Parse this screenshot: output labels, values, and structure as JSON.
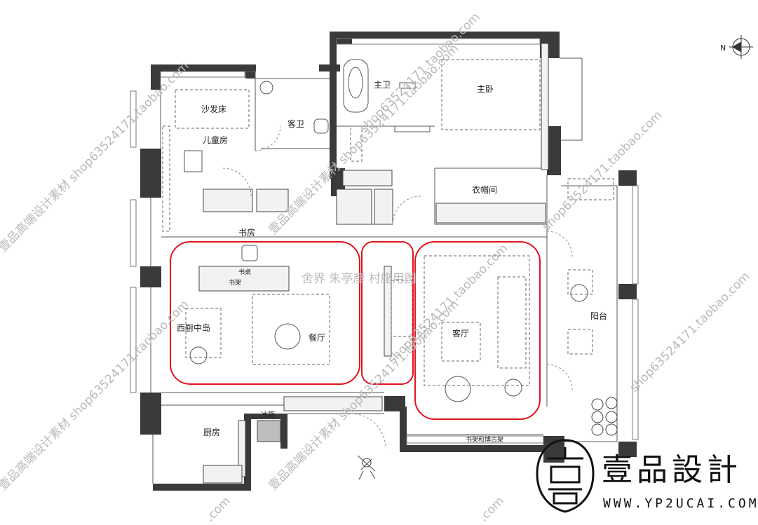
{
  "rooms": {
    "sofa_bed": "沙发床",
    "kids_room": "儿童房",
    "guest_bath": "客卫",
    "master_bath": "主卫",
    "master_bedroom": "主卧",
    "walk_in_closet": "衣帽间",
    "study": "书房",
    "desk": "书桌",
    "bookshelf": "书架",
    "kitchen_island": "西厨中岛",
    "dining": "餐厅",
    "living": "客厅",
    "balcony": "阳台",
    "kitchen": "厨房",
    "fridge": "冰箱",
    "shelf_cabinet": "书架和博古架"
  },
  "watermarks": {
    "center": "舍界 朱亭彦 村座用图",
    "shop": "shop63524171.taobao.com",
    "shop_cn": "壹品高端设计素材 shop63524171.taobao.com",
    "domain": ".com",
    "domain_left": "taobao.com"
  },
  "compass": {
    "north_label": "N"
  },
  "brand": {
    "name": "壹品設計",
    "url": "WWW.YP2UCAI.COM",
    "seal_char": "壹"
  },
  "colors": {
    "wall": "#3a3a3a",
    "line": "#555555",
    "highlight": "#e0141e",
    "watermark": "#b9b9b9"
  }
}
